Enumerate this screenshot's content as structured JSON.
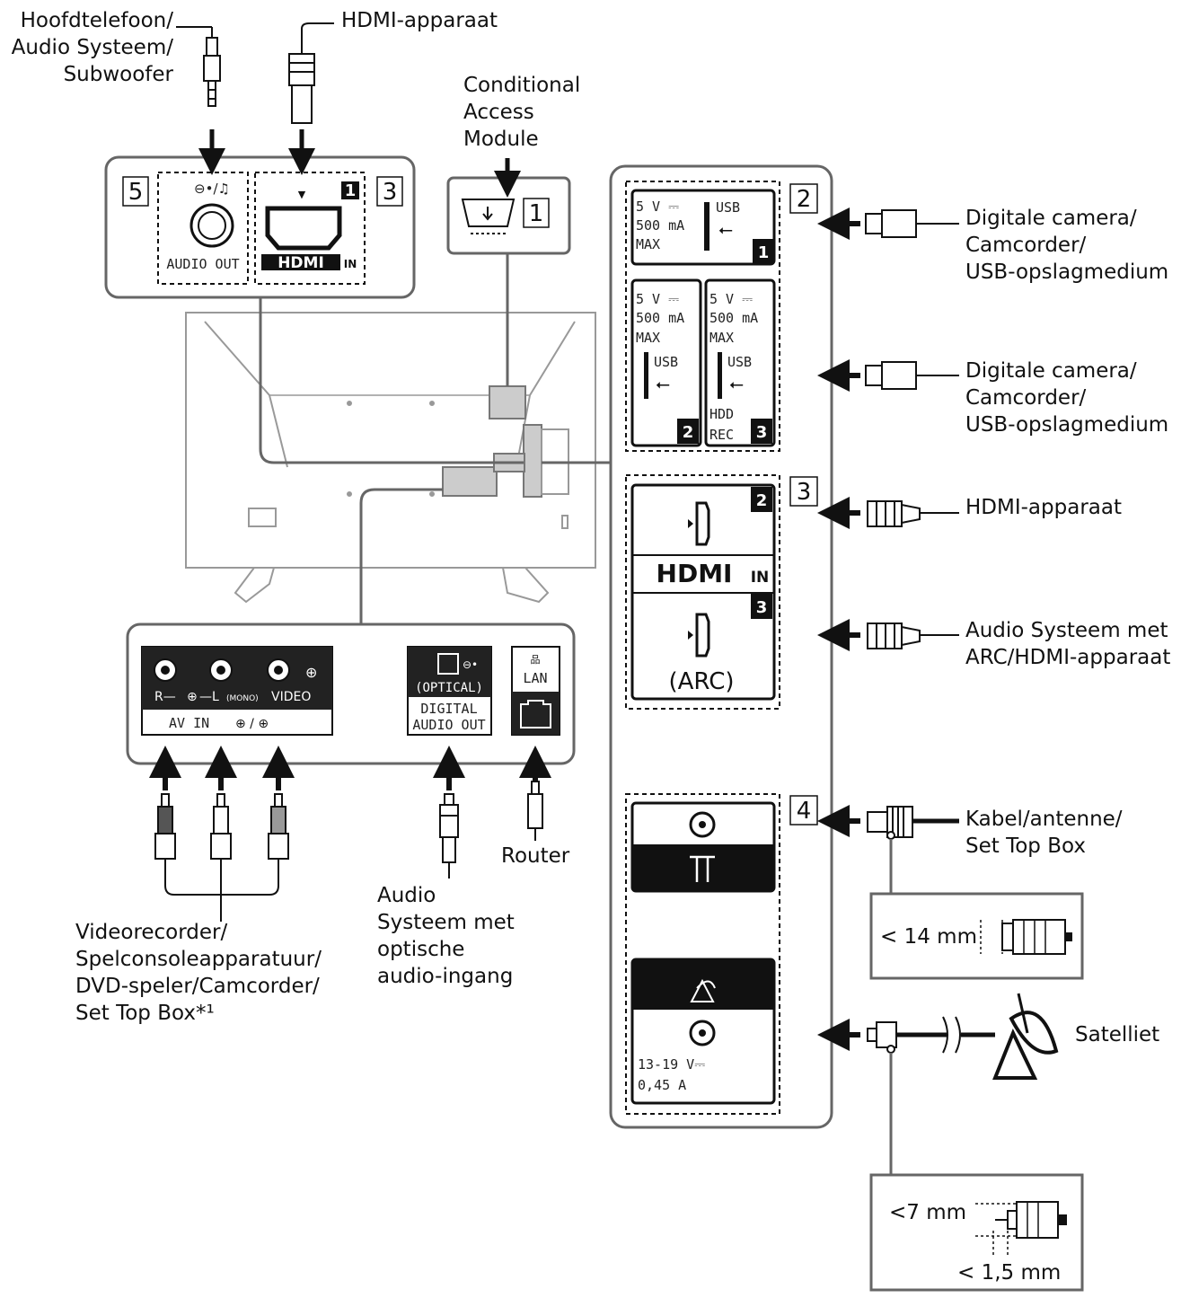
{
  "labels": {
    "headphones": [
      "Hoofdtelefoon/",
      "Audio Systeem/",
      "Subwoofer"
    ],
    "hdmi_top": "HDMI-apparaat",
    "cam": [
      "Conditional",
      "Access",
      "Module"
    ],
    "usb1": [
      "Digitale camera/",
      "Camcorder/",
      "USB-opslagmedium"
    ],
    "usb23": [
      "Digitale camera/",
      "Camcorder/",
      "USB-opslagmedium"
    ],
    "hdmi2": "HDMI-apparaat",
    "hdmi3": [
      "Audio Systeem met",
      "ARC/HDMI-apparaat"
    ],
    "cable": [
      "Kabel/antenne/",
      "Set Top Box"
    ],
    "satellite": "Satelliet",
    "router": "Router",
    "optical": [
      "Audio",
      "Systeem met",
      "optische",
      "audio-ingang"
    ],
    "av_devices": [
      "Videorecorder/",
      "Spelconsoleapparatuur/",
      "DVD-speler/Camcorder/",
      "Set Top Box*¹"
    ]
  },
  "panel_numbers": {
    "n1": "1",
    "n2": "2",
    "n3": "3",
    "n3b": "3",
    "n4": "4",
    "n5": "5"
  },
  "port_badges": {
    "hdmi_top": "1",
    "usb1": "1",
    "usb2": "2",
    "usb3": "3",
    "hdmi2": "2",
    "hdmi3": "3"
  },
  "ports": {
    "audio_out": "AUDIO OUT",
    "hdmi_logo": "HDMI",
    "hdmi_in": "IN",
    "usb_spec": [
      "5 V ⎓",
      "500 mA",
      "MAX"
    ],
    "usb": "USB",
    "hdd_rec": [
      "HDD",
      "REC"
    ],
    "arc": "(ARC)",
    "av_in": "AV IN",
    "av_r": "R—",
    "av_l": "—L",
    "av_mono": "(MONO)",
    "av_video": "VIDEO",
    "optical": "(OPTICAL)",
    "digital_audio_out": [
      "DIGITAL",
      "AUDIO OUT"
    ],
    "lan": "LAN",
    "sat_spec": [
      "13-19 V⎓",
      "0,45 A"
    ]
  },
  "measurements": {
    "m14": "< 14 mm",
    "m7": "<7 mm",
    "m15": "< 1,5 mm"
  }
}
